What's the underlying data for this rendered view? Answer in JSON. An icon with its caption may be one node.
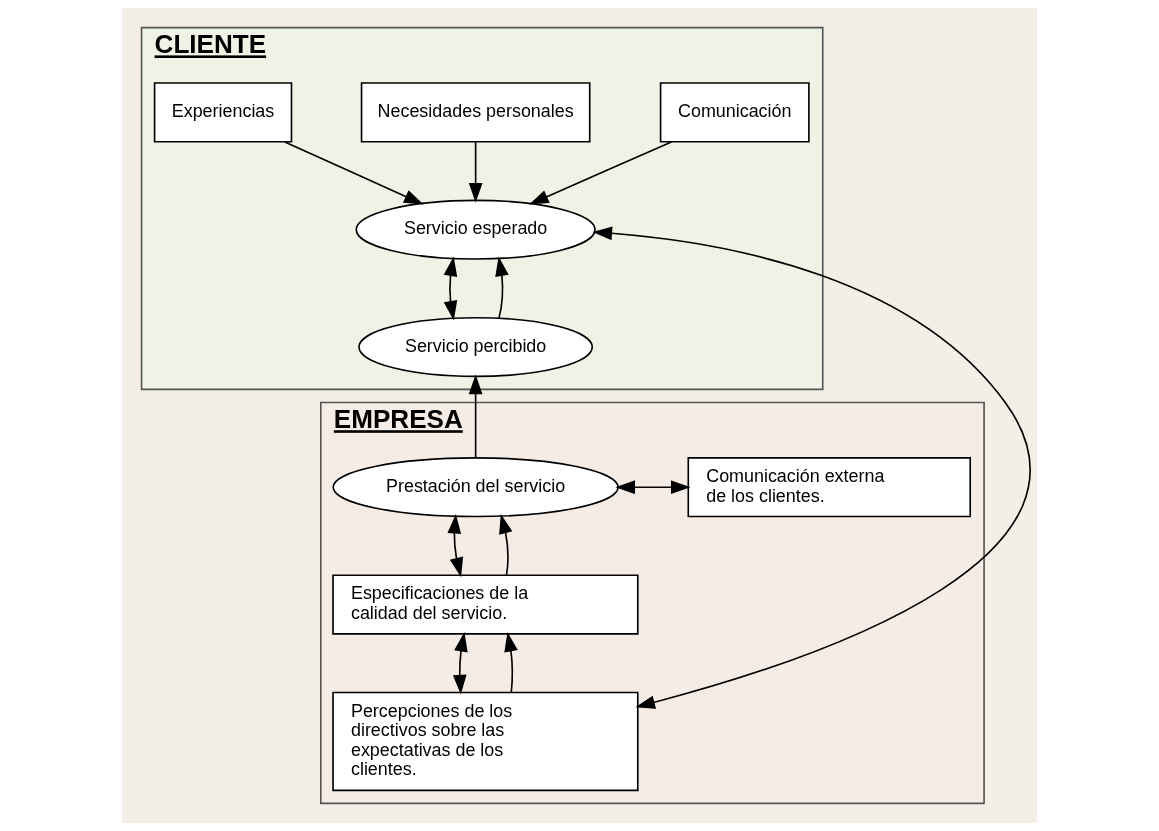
{
  "diagram": {
    "nodes": [
      {
        "text": [
          "CLIENTE"
        ]
      },
      {
        "text": [
          "Comunicación"
        ],
        "in": 0
      },
      {
        "text": [
          "Necesidades personales"
        ],
        "in": 0
      },
      {
        "text": [
          "Experiencias"
        ],
        "in": 0
      },
      {
        "text": [
          "Servicio esperado"
        ],
        "in": 0
      },
      {
        "text": [
          "Servicio percibido"
        ],
        "in": 0
      },
      {
        "text": [
          "EMPRESA"
        ]
      },
      {
        "text": [
          "Prestación del servicio"
        ],
        "in": 6
      },
      {
        "text": [
          "Comunicación externa de los clientes."
        ],
        "in": 6
      },
      {
        "text": [
          "Especificaciones de la calidad del servicio."
        ],
        "in": 6
      },
      {
        "text": [
          "Percepciones de los directivos sobre las expectativas de los clientes."
        ],
        "in": 6
      }
    ],
    "edges": [
      {
        "from": 1,
        "to": 4,
        "arrow": "to"
      },
      {
        "from": 2,
        "to": 4,
        "arrow": "to"
      },
      {
        "from": 3,
        "to": 4,
        "arrow": "to"
      },
      {
        "from": 5,
        "to": 4,
        "arrow": "both"
      },
      {
        "from": 5,
        "to": 4,
        "arrow": "to"
      },
      {
        "from": 7,
        "to": 5,
        "arrow": "to"
      },
      {
        "from": 7,
        "to": 8,
        "arrow": "both"
      },
      {
        "from": 9,
        "to": 7,
        "arrow": "both"
      },
      {
        "from": 9,
        "to": 7,
        "arrow": "to"
      },
      {
        "from": 10,
        "to": 9,
        "arrow": "both"
      },
      {
        "from": 10,
        "to": 9,
        "arrow": "to"
      },
      {
        "from": 10,
        "to": 4,
        "arrow": "both"
      }
    ]
  }
}
